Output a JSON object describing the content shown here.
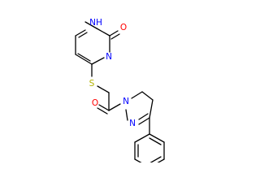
{
  "molecule": {
    "colors": {
      "bond": "#000000",
      "N": "#0000ff",
      "O": "#ff0000",
      "S": "#b2b200"
    },
    "atoms": {
      "NH": {
        "text": "NH",
        "element": "N"
      },
      "O_pyr": {
        "text": "O",
        "element": "O"
      },
      "N3": {
        "text": "N",
        "element": "N"
      },
      "S": {
        "text": "S",
        "element": "S"
      },
      "O_co": {
        "text": "O",
        "element": "O"
      },
      "N_a": {
        "text": "N",
        "element": "N"
      },
      "N_b": {
        "text": "N",
        "element": "N"
      }
    }
  }
}
